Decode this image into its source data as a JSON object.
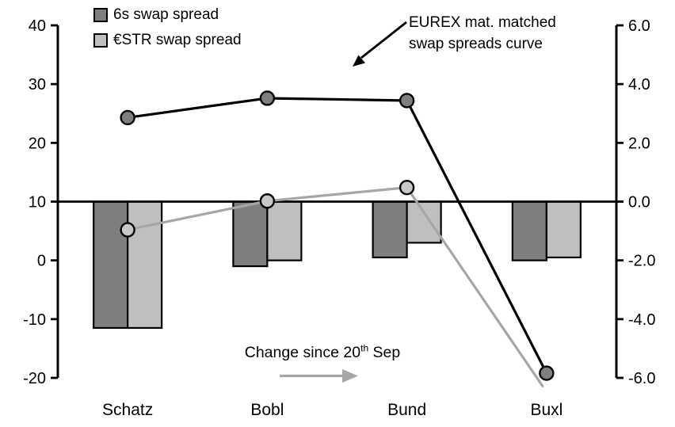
{
  "chart_data": {
    "type": "combo_bar_line",
    "categories": [
      "Schatz",
      "Bobl",
      "Bund",
      "Buxl"
    ],
    "bar_series": [
      {
        "name": "6s swap spread",
        "axis": "right",
        "color": "#7F7F7F",
        "values": [
          -4.3,
          -2.2,
          -1.9,
          -2.0
        ]
      },
      {
        "name": "€STR swap spread",
        "axis": "right",
        "color": "#BFBFBF",
        "values": [
          -4.3,
          -2.0,
          -1.4,
          -1.9
        ]
      }
    ],
    "line_series": [
      {
        "name": "6s swap spread (EUREX mat. matched curve)",
        "axis": "left",
        "color": "#000000",
        "marker_fill": "#7F7F7F",
        "values": [
          24.3,
          27.6,
          27.2,
          -19.2
        ],
        "marker_visible": [
          true,
          true,
          true,
          true
        ]
      },
      {
        "name": "€STR swap spread (EUREX mat. matched curve)",
        "axis": "left",
        "color": "#A6A6A6",
        "marker_fill": "#C8C8C8",
        "values": [
          5.2,
          10.1,
          12.4,
          -21.4
        ],
        "marker_visible": [
          true,
          true,
          true,
          false
        ]
      }
    ],
    "left_axis": {
      "max": 40,
      "min": -20,
      "tick_values": [
        40,
        30,
        20,
        10,
        0,
        -10,
        -20
      ],
      "tick_labels": [
        "40",
        "30",
        "20",
        "10",
        "0",
        "-10",
        "-20"
      ]
    },
    "right_axis": {
      "max": 6,
      "min": -6,
      "tick_values": [
        6,
        4,
        2,
        0,
        -2,
        -4,
        -6
      ],
      "tick_labels": [
        "6.0",
        "4.0",
        "2.0",
        "0.0",
        "-2.0",
        "-4.0",
        "-6.0"
      ]
    },
    "baseline_left_value": 10,
    "grid": false,
    "legend_position": "top-left"
  },
  "legend": {
    "items": [
      {
        "label": "6s swap spread",
        "color": "#7F7F7F"
      },
      {
        "label": "€STR swap spread",
        "color": "#BFBFBF"
      }
    ]
  },
  "annotations": {
    "curve_label_line1": "EUREX mat. matched",
    "curve_label_line2": "swap spreads curve",
    "curve_arrow_color": "#000000",
    "change_label_prefix": "Change since 20",
    "change_label_sup": "th",
    "change_label_suffix": " Sep",
    "change_arrow_color": "#A6A6A6"
  }
}
